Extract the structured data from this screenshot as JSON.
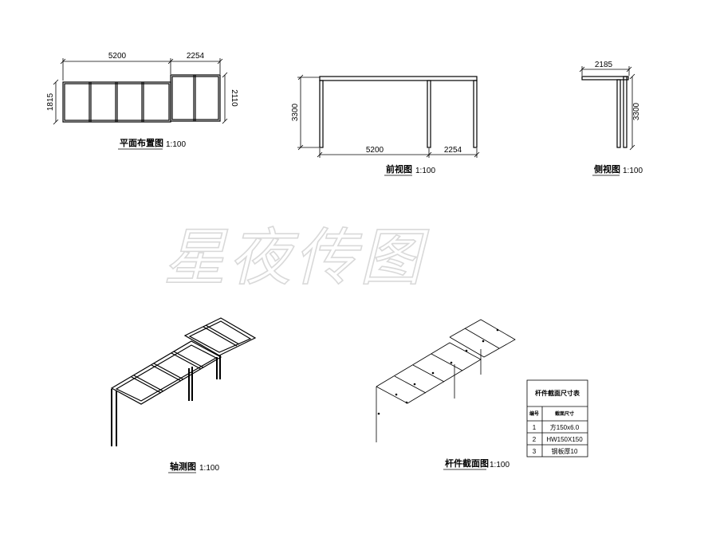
{
  "watermark": "星夜传图",
  "plan_view": {
    "title": "平面布置图",
    "scale": "1:100",
    "dim_left_width": "5200",
    "dim_right_width": "2254",
    "dim_left_depth": "1815",
    "dim_right_depth": "2110"
  },
  "front_view": {
    "title": "前视图",
    "scale": "1:100",
    "dim_height": "3300",
    "dim_left_span": "5200",
    "dim_right_span": "2254"
  },
  "side_view": {
    "title": "侧视图",
    "scale": "1:100",
    "dim_width": "2185",
    "dim_height": "3300"
  },
  "axonometric_view": {
    "title": "轴测图",
    "scale": "1:100"
  },
  "section_view": {
    "title": "杆件截面图",
    "scale": "1:100"
  },
  "section_table": {
    "title": "杆件截面尺寸表",
    "col_no": "编号",
    "col_size": "截面尺寸",
    "rows": [
      {
        "no": "1",
        "size": "方150x6.0"
      },
      {
        "no": "2",
        "size": "HW150X150"
      },
      {
        "no": "3",
        "size": "钢板厚10"
      }
    ]
  }
}
